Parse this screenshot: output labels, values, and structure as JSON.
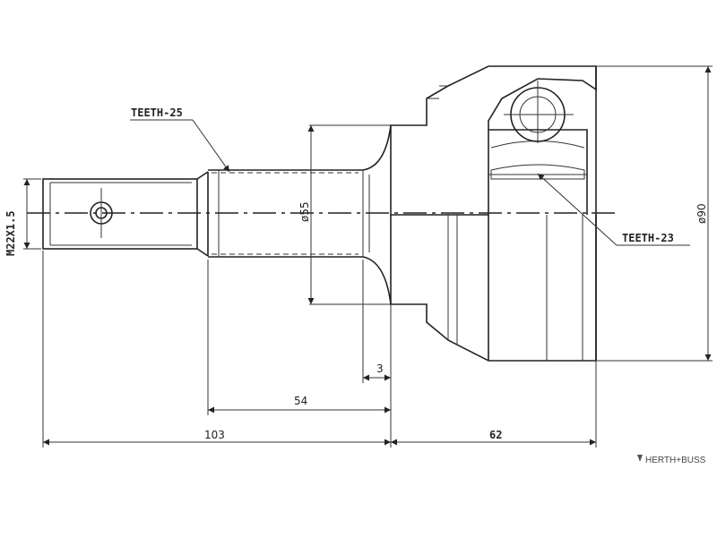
{
  "labels": {
    "teeth_shaft": "TEETH-25",
    "teeth_inner": "TEETH-23",
    "thread": "M22X1.5",
    "dia_shaft": "ø55",
    "dia_housing": "ø90",
    "dim_3": "3",
    "dim_54": "54",
    "dim_103": "103",
    "dim_62": "62"
  },
  "brand": {
    "text": "HERTH+BUSS"
  }
}
